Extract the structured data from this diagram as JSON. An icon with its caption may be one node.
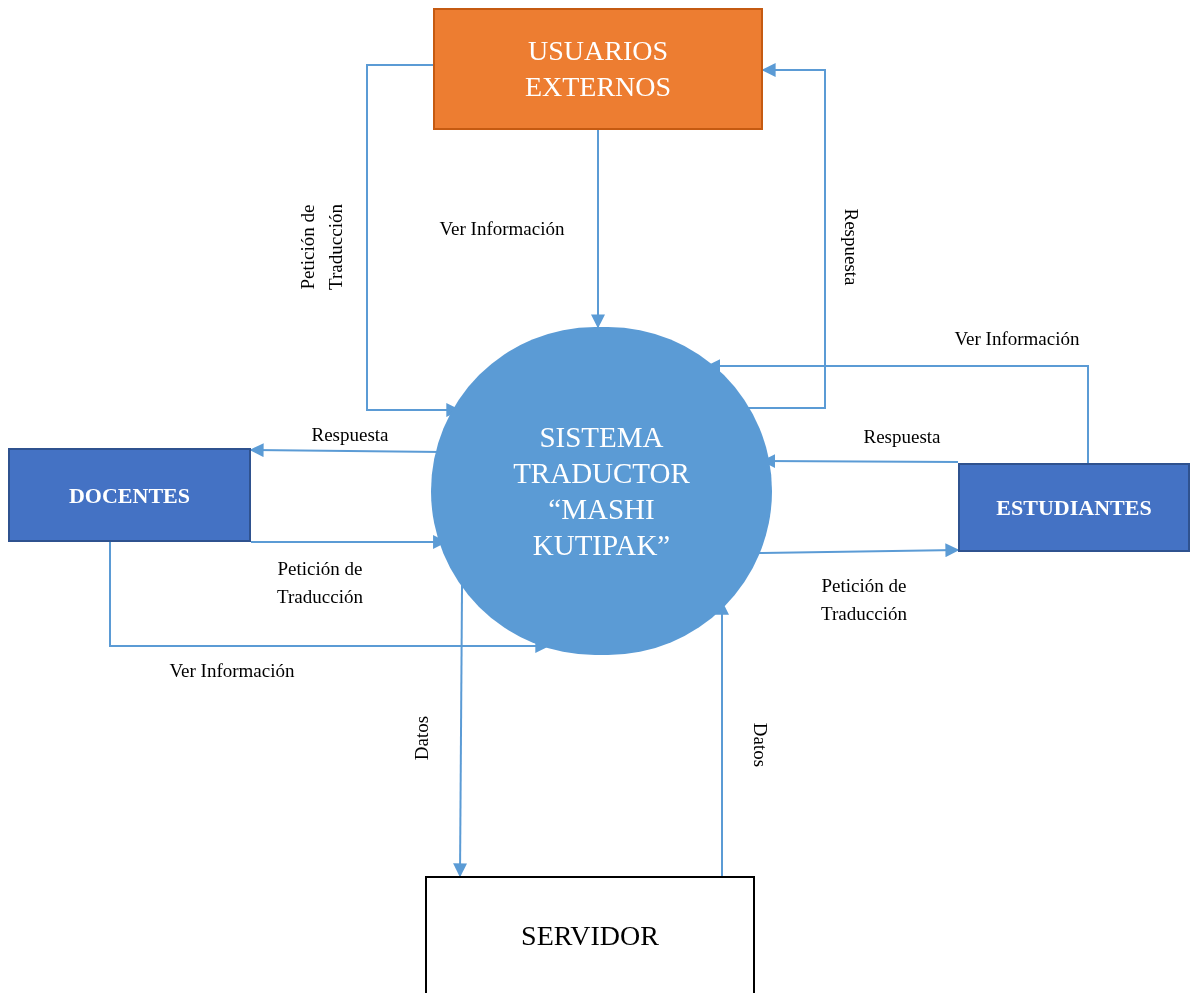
{
  "diagram": {
    "nodes": [
      {
        "text": [
          "USUARIOS EXTERNOS"
        ]
      },
      {
        "text": [
          "DOCENTES"
        ]
      },
      {
        "text": [
          "SISTEMA TRADUCTOR “MASHI KUTIPAK”"
        ]
      },
      {
        "text": [
          "ESTUDIANTES"
        ]
      },
      {
        "text": [
          "SERVIDOR"
        ]
      }
    ],
    "edges": [
      {
        "from": 0,
        "to": 2,
        "arrow": "to",
        "label": "Petición de Traducción"
      },
      {
        "from": 0,
        "to": 2,
        "arrow": "to",
        "label": "Ver Información"
      },
      {
        "from": 2,
        "to": 0,
        "arrow": "to",
        "label": "Respuesta"
      },
      {
        "from": 3,
        "to": 2,
        "arrow": "to",
        "label": "Ver Información"
      },
      {
        "from": 3,
        "to": 2,
        "arrow": "to",
        "label": "Respuesta"
      },
      {
        "from": 2,
        "to": 3,
        "arrow": "to",
        "label": "Petición de Traducción"
      },
      {
        "from": 2,
        "to": 1,
        "arrow": "to",
        "label": "Respuesta"
      },
      {
        "from": 1,
        "to": 2,
        "arrow": "to",
        "label": "Petición de Traducción"
      },
      {
        "from": 1,
        "to": 2,
        "arrow": "to",
        "label": "Ver Información"
      },
      {
        "from": 2,
        "to": 4,
        "arrow": "to",
        "label": "Datos"
      },
      {
        "from": 4,
        "to": 2,
        "arrow": "to",
        "label": "Datos"
      }
    ]
  }
}
